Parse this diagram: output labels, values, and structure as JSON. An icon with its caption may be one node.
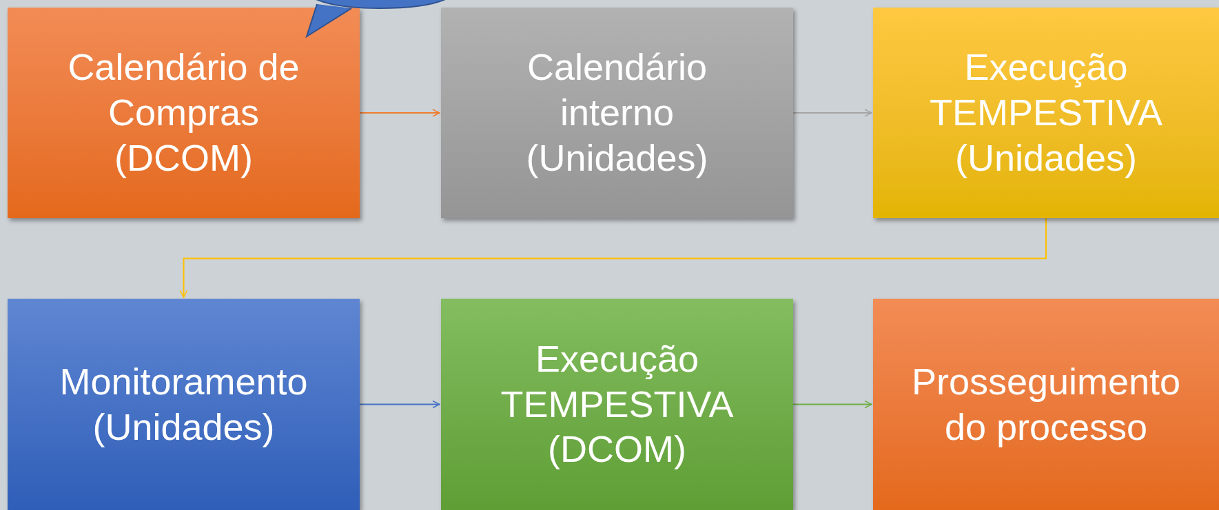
{
  "diagram": {
    "nodes": [
      {
        "text": [
          "Calendário de Compras (DCOM)"
        ]
      },
      {
        "text": [
          "Calendário interno (Unidades)"
        ]
      },
      {
        "text": [
          "Execução TEMPESTIVA (Unidades)"
        ]
      },
      {
        "text": [
          "Monitoramento (Unidades)"
        ]
      },
      {
        "text": [
          "Execução TEMPESTIVA (DCOM)"
        ]
      },
      {
        "text": [
          "Prosseguimento do processo"
        ]
      }
    ],
    "edges": [
      {
        "from": 0,
        "to": 1,
        "arrow": "to",
        "color": "#ed7d31"
      },
      {
        "from": 1,
        "to": 2,
        "arrow": "to",
        "color": "#a5a5a5"
      },
      {
        "from": 2,
        "to": 3,
        "arrow": "to",
        "color": "#ffc000"
      },
      {
        "from": 3,
        "to": 4,
        "arrow": "to",
        "color": "#4472c4"
      },
      {
        "from": 4,
        "to": 5,
        "arrow": "to",
        "color": "#70ad47"
      }
    ]
  }
}
